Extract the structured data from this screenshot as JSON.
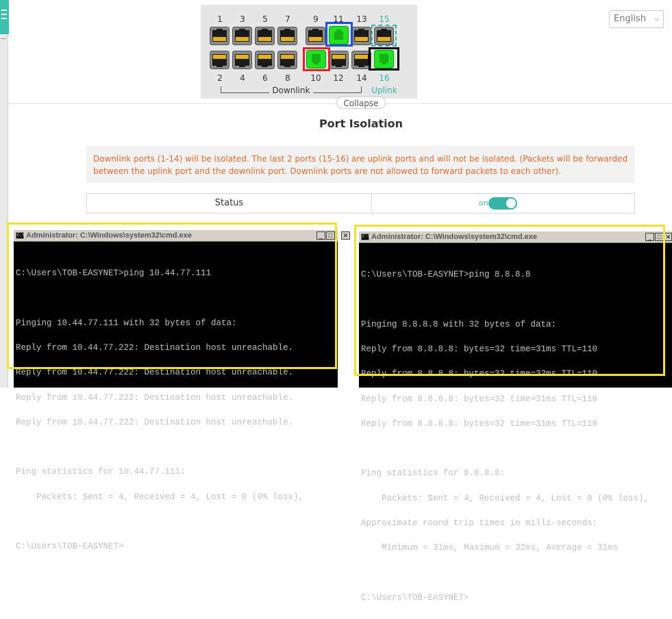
{
  "switch_panel": {
    "top_port_numbers": [
      "1",
      "3",
      "5",
      "7",
      "9",
      "11",
      "13",
      "15"
    ],
    "bottom_port_numbers": [
      "2",
      "4",
      "6",
      "8",
      "10",
      "12",
      "14",
      "16"
    ],
    "downlink_label": "Downlink",
    "uplink_label": "Uplink",
    "collapse_label": "Collapse",
    "colors": {
      "port_active": "#22e022",
      "uplink_teal": "#39b4aa",
      "highlight_blue": "#1f4fd6",
      "highlight_red": "#e0202a",
      "highlight_black": "#000000"
    }
  },
  "language": {
    "selected": "English"
  },
  "page": {
    "title": "Port Isolation",
    "notice": "Downlink ports (1-14) will be isolated. The last 2 ports (15-16) are uplink ports and will not be isolated. (Packets will be forwarded between the uplink port and the downlink port. Downlink ports are not allowed to forward packets to each other)."
  },
  "status_row": {
    "label": "Status",
    "toggle_text": "on",
    "toggle_on": true
  },
  "cmd_left": {
    "title": "Administrator: C:\\Windows\\system32\\cmd.exe",
    "lines": [
      "C:\\Users\\TOB-EASYNET>ping 10.44.77.111",
      "",
      "Pinging 10.44.77.111 with 32 bytes of data:",
      "Reply from 10.44.77.222: Destination host unreachable.",
      "Reply from 10.44.77.222: Destination host unreachable.",
      "Reply from 10.44.77.222: Destination host unreachable.",
      "Reply from 10.44.77.222: Destination host unreachable.",
      "",
      "Ping statistics for 10.44.77.111:",
      "    Packets: Sent = 4, Received = 4, Lost = 0 (0% loss),",
      "",
      "C:\\Users\\TOB-EASYNET>"
    ]
  },
  "cmd_right": {
    "title": "Administrator: C:\\Windows\\system32\\cmd.exe",
    "lines": [
      "C:\\Users\\TOB-EASYNET>ping 8.8.8.8",
      "",
      "Pinging 8.8.8.8 with 32 bytes of data:",
      "Reply from 8.8.8.8: bytes=32 time=31ms TTL=110",
      "Reply from 8.8.8.8: bytes=32 time=32ms TTL=110",
      "Reply from 8.8.8.8: bytes=32 time=31ms TTL=110",
      "Reply from 8.8.8.8: bytes=32 time=31ms TTL=110",
      "",
      "Ping statistics for 8.8.8.8:",
      "    Packets: Sent = 4, Received = 4, Lost = 0 (0% loss),",
      "Approximate round trip times in milli-seconds:",
      "    Minimum = 31ms, Maximum = 32ms, Average = 31ms",
      "",
      "C:\\Users\\TOB-EASYNET>"
    ]
  }
}
